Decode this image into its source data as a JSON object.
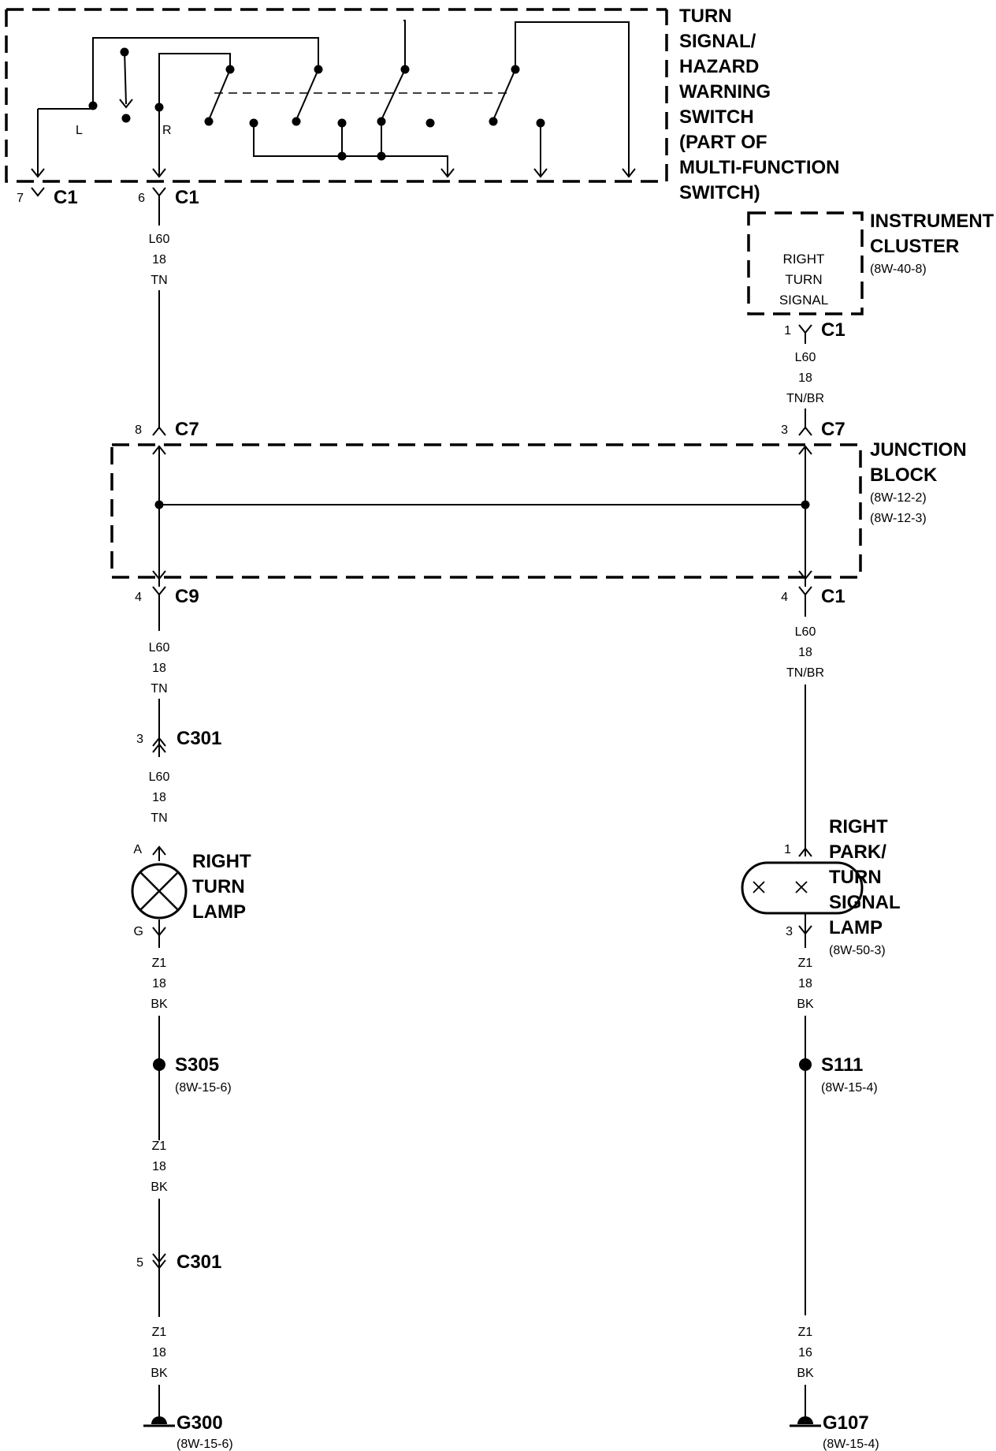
{
  "switch": {
    "title_lines": [
      "TURN",
      "SIGNAL/",
      "HAZARD",
      "WARNING",
      "SWITCH",
      "(PART OF",
      "MULTI-FUNCTION",
      "SWITCH)"
    ],
    "left_label": "L",
    "right_label": "R",
    "pin_left": "7",
    "pin_left_conn": "C1",
    "pin_right": "6",
    "pin_right_conn": "C1"
  },
  "left_circuit": {
    "wire1": [
      "L60",
      "18",
      "TN"
    ],
    "c7_pin": "8",
    "c7": "C7",
    "c9_pin": "4",
    "c9": "C9",
    "wire2": [
      "L60",
      "18",
      "TN"
    ],
    "c301_pin": "3",
    "c301": "C301",
    "wire3": [
      "L60",
      "18",
      "TN"
    ],
    "lamp_pin_top": "A",
    "lamp_pin_bottom": "G",
    "lamp_lines": [
      "RIGHT",
      "TURN",
      "LAMP"
    ],
    "wire4": [
      "Z1",
      "18",
      "BK"
    ],
    "splice": "S305",
    "splice_ref": "(8W-15-6)",
    "wire5": [
      "Z1",
      "18",
      "BK"
    ],
    "c301b_pin": "5",
    "c301b": "C301",
    "wire6": [
      "Z1",
      "18",
      "BK"
    ],
    "ground": "G300",
    "ground_ref": "(8W-15-6)"
  },
  "instrument_cluster": {
    "title_lines": [
      "INSTRUMENT",
      "CLUSTER"
    ],
    "ref": "(8W-40-8)",
    "inner_lines": [
      "RIGHT",
      "TURN",
      "SIGNAL"
    ],
    "pin": "1",
    "conn": "C1"
  },
  "right_circuit": {
    "wire1": [
      "L60",
      "18",
      "TN/BR"
    ],
    "c7_pin": "3",
    "c7": "C7",
    "c1_pin": "4",
    "c1": "C1",
    "wire2": [
      "L60",
      "18",
      "TN/BR"
    ],
    "lamp_pin_top": "1",
    "lamp_pin_bottom": "3",
    "lamp_lines": [
      "RIGHT",
      "PARK/",
      "TURN",
      "SIGNAL",
      "LAMP"
    ],
    "lamp_ref": "(8W-50-3)",
    "wire3": [
      "Z1",
      "18",
      "BK"
    ],
    "splice": "S111",
    "splice_ref": "(8W-15-4)",
    "wire4": [
      "Z1",
      "16",
      "BK"
    ],
    "ground": "G107",
    "ground_ref": "(8W-15-4)"
  },
  "junction_block": {
    "title_lines": [
      "JUNCTION",
      "BLOCK"
    ],
    "refs": [
      "(8W-12-2)",
      "(8W-12-3)"
    ]
  }
}
